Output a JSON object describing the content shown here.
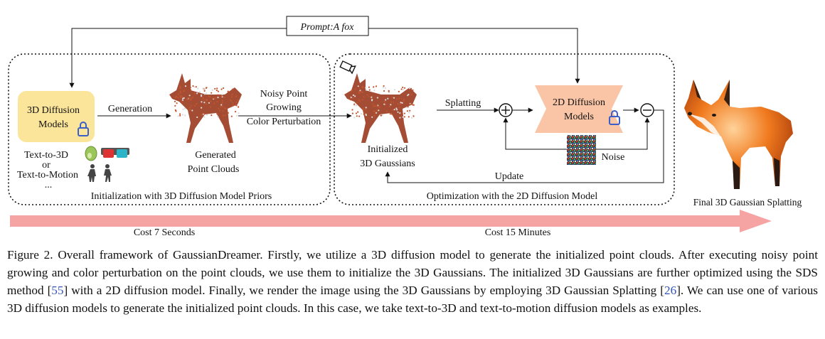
{
  "prompt": "Prompt:A fox",
  "stage1": {
    "model_line1": "3D Diffusion",
    "model_line2": "Models",
    "generation": "Generation",
    "text_to_3d": "Text-to-3D",
    "or": "or",
    "text_to_motion": "Text-to-Motion",
    "ellipsis": "...",
    "generated_line1": "Generated",
    "generated_line2": "Point Clouds",
    "noisy_line1": "Noisy Point",
    "noisy_line2": "Growing",
    "noisy_line3": "Color Perturbation",
    "box_title": "Initialization with 3D Diffusion Model Priors"
  },
  "stage2": {
    "init_line1": "Initialized",
    "init_line2": "3D Gaussians",
    "splatting": "Splatting",
    "model_line1": "2D Diffusion",
    "model_line2": "Models",
    "noise": "Noise",
    "update": "Update",
    "box_title": "Optimization with the 2D Diffusion Model"
  },
  "final_label": "Final 3D Gaussian Splatting",
  "cost1": "Cost 7 Seconds",
  "cost2": "Cost 15 Minutes",
  "colors": {
    "model3d_fill": "#fbe59a",
    "model2d_fill": "#f9c5a6",
    "arrow_band": "#f6a3a3",
    "lock": "#3b5fc8",
    "fox_points": "#9b3a1e"
  },
  "caption": {
    "part1": "Figure 2. Overall framework of GaussianDreamer. Firstly, we utilize a 3D diffusion model to generate the initialized point clouds. After executing noisy point growing and color perturbation on the point clouds, we use them to initialize the 3D Gaussians. The initialized 3D Gaussians are further optimized using the SDS method [",
    "ref1": "55",
    "part2": "] with a 2D diffusion model. Finally, we render the image using the 3D Gaussians by employing 3D Gaussian Splatting [",
    "ref2": "26",
    "part3": "]. We can use one of various 3D diffusion models to generate the initialized point clouds. In this case, we take text-to-3D and text-to-motion diffusion models as examples."
  }
}
